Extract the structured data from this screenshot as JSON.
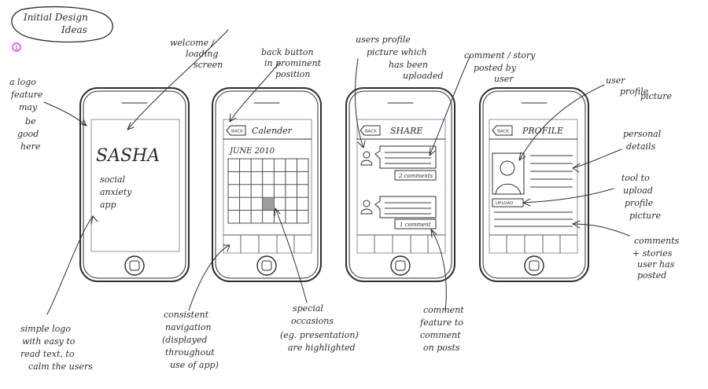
{
  "title_lines": [
    "Initial Design",
    "Ideas"
  ],
  "page_marker": "1",
  "phones": {
    "welcome": {
      "logo": "SASHA",
      "tagline": [
        "social",
        "anxiety",
        "app"
      ]
    },
    "calendar": {
      "back": "BACK",
      "header": "Calender",
      "month": "JUNE 2010"
    },
    "share": {
      "back": "BACK",
      "header": "SHARE",
      "comment_1": "2 comments",
      "comment_2": "1 comment"
    },
    "profile": {
      "back": "BACK",
      "header": "PROFILE",
      "upload": "UPLOAD"
    }
  },
  "annotations": {
    "welcome_screen": [
      "welcome /",
      "loading",
      "screen"
    ],
    "logo_feature": [
      "a logo",
      "feature",
      "may",
      "be",
      "good",
      "here"
    ],
    "simple_logo": [
      "simple logo",
      "with easy to",
      "read text, to",
      "calm the users"
    ],
    "back_button": [
      "back button",
      "in prominent",
      "position"
    ],
    "consistent_nav": [
      "consistent",
      "navigation",
      "(displayed",
      "throughout",
      "use of app)"
    ],
    "special_occasions": [
      "special",
      "occasions",
      "(eg. presentation)",
      "are highlighted"
    ],
    "users_profile_picture": [
      "users profile",
      "picture which",
      "has been",
      "uploaded"
    ],
    "comment_story": [
      "comment / story",
      "posted by",
      "user"
    ],
    "comment_feature": [
      "comment",
      "feature to",
      "comment",
      "on posts"
    ],
    "user_profile_picture": [
      "user",
      "profile",
      "picture"
    ],
    "personal_details": [
      "personal",
      "details"
    ],
    "upload_tool": [
      "tool to",
      "upload",
      "profile",
      "picture"
    ],
    "comments_stories": [
      "comments",
      "+ stories",
      "user has",
      "posted"
    ]
  }
}
